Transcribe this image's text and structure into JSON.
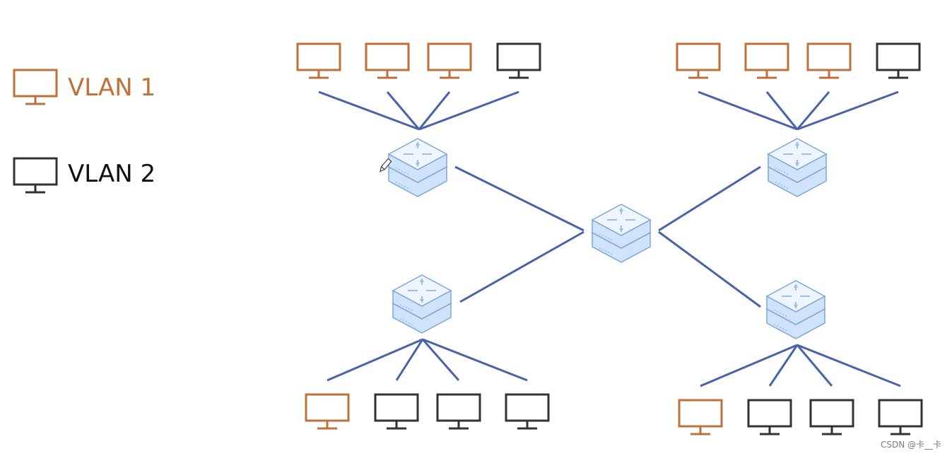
{
  "legend": {
    "vlan1": {
      "label": "VLAN 1",
      "color": "#c0703a"
    },
    "vlan2": {
      "label": "VLAN 2",
      "color": "#333333"
    }
  },
  "colors": {
    "link": "#4a63a8",
    "switch_fill": "#cfe3fb",
    "switch_stroke": "#7ea7d8"
  },
  "switches": [
    {
      "id": "switch-top-left"
    },
    {
      "id": "switch-top-right"
    },
    {
      "id": "switch-core"
    },
    {
      "id": "switch-bottom-left"
    },
    {
      "id": "switch-bottom-right"
    }
  ],
  "host_groups": [
    {
      "switch": "switch-top-left",
      "vlans": [
        1,
        1,
        1,
        2
      ]
    },
    {
      "switch": "switch-top-right",
      "vlans": [
        1,
        1,
        1,
        2
      ]
    },
    {
      "switch": "switch-bottom-left",
      "vlans": [
        1,
        2,
        2,
        2
      ]
    },
    {
      "switch": "switch-bottom-right",
      "vlans": [
        1,
        2,
        2,
        2
      ]
    }
  ],
  "watermark": "CSDN @卡__卡"
}
